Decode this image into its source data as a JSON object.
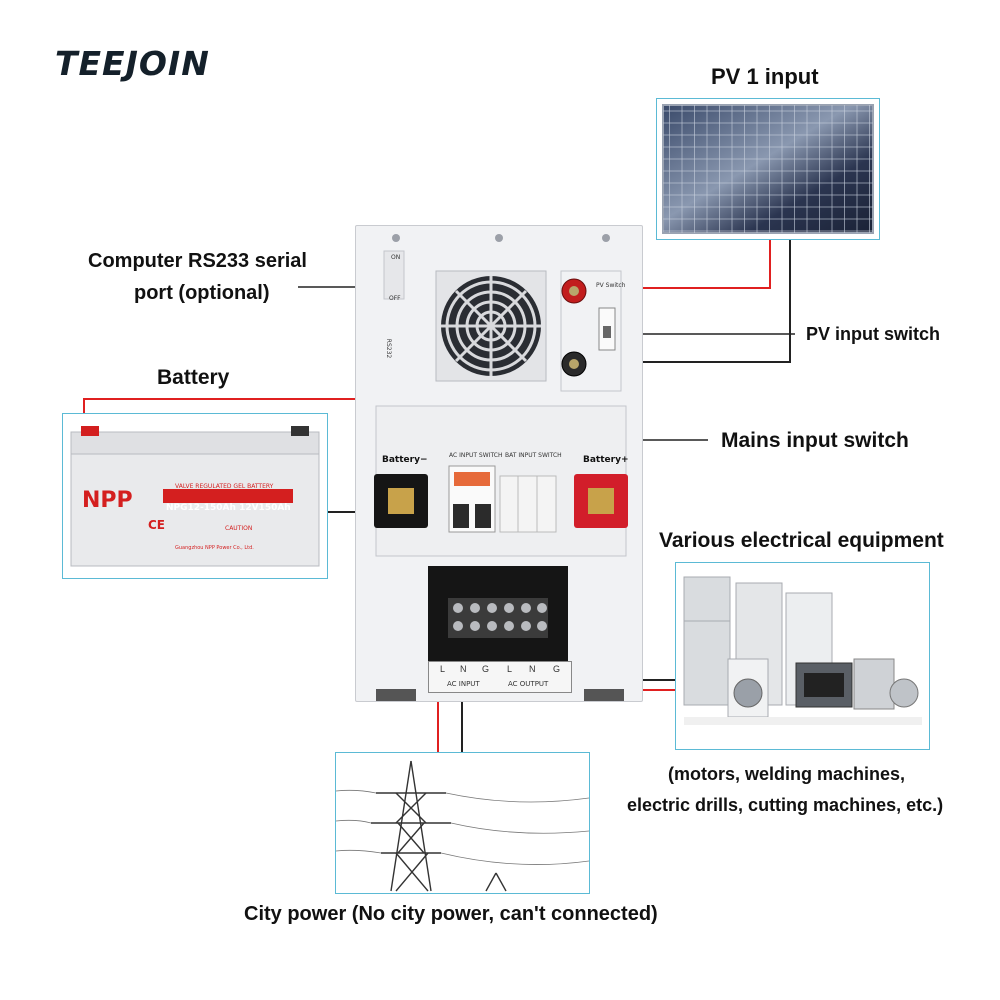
{
  "brand": {
    "logo_text": "TEEJOIN"
  },
  "labels": {
    "pv_input": "PV 1 input",
    "rs232": "Computer RS233 serial",
    "rs232_line2": "port (optional)",
    "battery": "Battery",
    "pv_switch": "PV input switch",
    "mains_switch": "Mains input switch",
    "equipment": "Various electrical equipment",
    "equipment_note_1": "(motors, welding machines,",
    "equipment_note_2": "electric drills, cutting machines, etc.)",
    "city_power": "City power (No city power, can't connected)"
  },
  "inverter": {
    "on": "ON",
    "off": "OFF",
    "rs232_port": "RS232",
    "pv_switch_label": "PV Switch",
    "battery_minus": "Battery−",
    "battery_plus": "Battery+",
    "ac_input_switch": "AC INPUT SWITCH",
    "bat_input_switch": "BAT INPUT SWITCH",
    "terminals": [
      "L",
      "N",
      "G",
      "L",
      "N",
      "G"
    ],
    "ac_input": "AC INPUT",
    "ac_output": "AC OUTPUT"
  },
  "battery_unit": {
    "brand": "NPP",
    "type": "VALVE REGULATED GEL BATTERY",
    "model": "NPG12-150Ah 12V150Ah",
    "caution": "CAUTION",
    "maker": "Guangzhou NPP Power Co., Ltd.",
    "ce": "CE"
  },
  "colors": {
    "accent_frame": "#5bbad5",
    "positive_wire": "#e02020",
    "negative_wire": "#222222",
    "battery_text": "#d41f1f",
    "logo_green": "#1a8a4a"
  }
}
